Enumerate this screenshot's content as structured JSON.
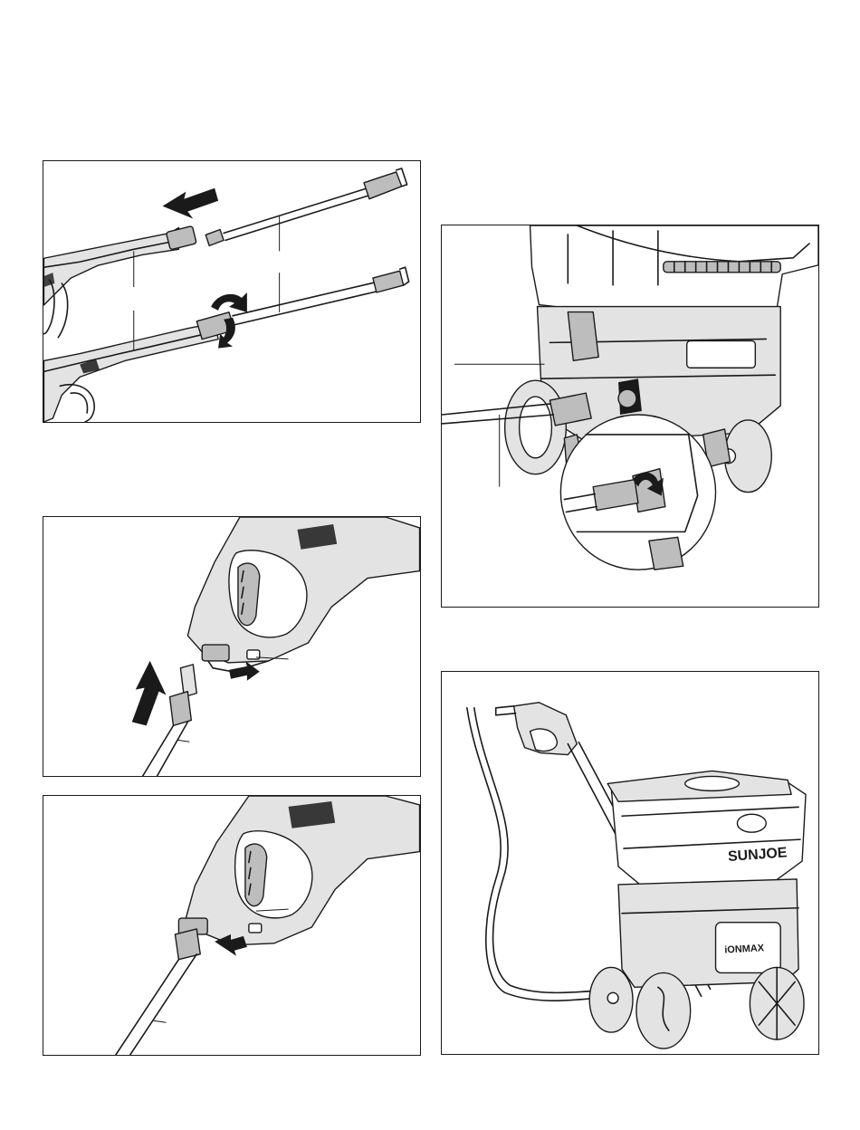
{
  "figures": [
    {
      "id": "fig1",
      "name": "wand-extension-attach-figure"
    },
    {
      "id": "fig2",
      "name": "spray-gun-hose-insert-figure"
    },
    {
      "id": "fig3",
      "name": "spray-gun-hose-locked-figure"
    },
    {
      "id": "fig4",
      "name": "hose-outlet-connection-figure"
    },
    {
      "id": "fig5",
      "name": "assembled-pressure-washer-figure"
    }
  ],
  "product": {
    "brand_mark": "SUNJOE",
    "battery_mark": "iONMAX"
  },
  "colors": {
    "line": "#1a1a1a",
    "shade": "#bdbdbd",
    "light_shade": "#e3e3e3",
    "background": "#ffffff"
  },
  "icons": [
    "arrow-left-icon",
    "rotate-arrow-icon",
    "arrow-up-icon",
    "arrow-right-icon",
    "arrow-left-small-icon",
    "rotate-knob-icon"
  ]
}
